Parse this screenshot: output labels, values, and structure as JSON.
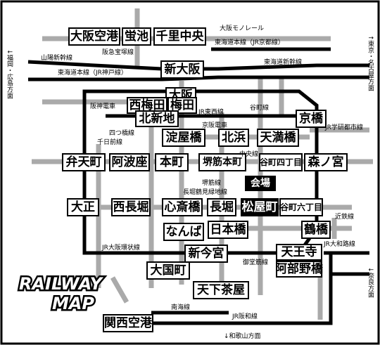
{
  "stations": {
    "osaka_airport": "大阪空港",
    "hotarugaike": "蛍池",
    "senri_chuo": "千里中央",
    "shin_osaka": "新大阪",
    "osaka": "大阪",
    "nishi_umeda": "西梅田",
    "umeda": "梅田",
    "kita_shinchi": "北新地",
    "kyobashi": "京橋",
    "yodoyabashi": "淀屋橋",
    "kitahama": "北浜",
    "tenmabashi": "天満橋",
    "bentencho": "弁天町",
    "awaza": "阿波座",
    "hommachi": "本町",
    "sakaisuji_hommachi": "堺筋本町",
    "tanimachi_4": "谷町四丁目",
    "morinomiya": "森ノ宮",
    "venue": "会場",
    "taisho": "大正",
    "nishi_nagahori": "西長堀",
    "shinsaibashi": "心斎橋",
    "nagahori": "長堀",
    "matsuyamachi": "松屋町",
    "tanimachi_6": "谷町六丁目",
    "namba": "なんば",
    "nippombashi": "日本橋",
    "tsuruhashi": "鶴橋",
    "shin_imamiya": "新今宮",
    "tennoji": "天王寺",
    "abeno": "阿部野橋",
    "daikokucho": "大国町",
    "tengachaya": "天下茶屋",
    "kansai_airport": "関西空港"
  },
  "lines": {
    "osaka_monorail": "大阪モノレール",
    "tokaido_kyoto": "東海道本線（JR京都線）",
    "sanyo_shinkansen": "山陽新幹線",
    "hankyu_takarazuka": "阪急宝塚線",
    "tokaido_shinkansen": "東海道新幹線",
    "tokaido_kobe": "東海道本線（JR神戸線）",
    "hanshin": "阪神電車",
    "jr_tozai": "JR東西線",
    "tanimachi": "谷町線",
    "keihan": "京阪電車",
    "jr_gakkentoshi": "JR学研都市線",
    "yotsubashi": "四つ橋線",
    "sennichimae": "千日前線",
    "chuo": "中央線",
    "sakaisuji": "堺筋線",
    "nagahori_tsurumi": "長堀鶴見緑地線",
    "kintetsu": "近鉄線",
    "jr_yamatoji": "JR大和路線",
    "jr_kanjo": "JR大阪環状線",
    "midosuji": "御堂筋線",
    "nankai": "南海線",
    "jr_hanwa": "JR阪和線"
  },
  "directions": {
    "fukuoka_hiroshima": "↓福岡・広島方面",
    "tokyo_nagoya": "↑東京・名古屋方面",
    "nara": "↓奈良方面",
    "wakayama": "↓和歌山方面"
  },
  "logo": {
    "line1": "RAILWAY",
    "line2": "MAP"
  }
}
